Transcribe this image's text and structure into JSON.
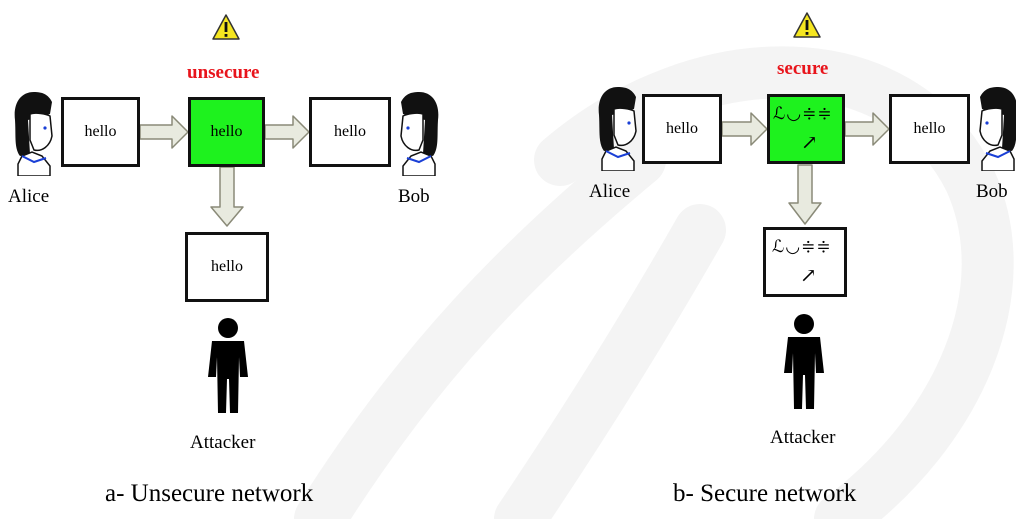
{
  "colors": {
    "secure_box": "#1ef21e",
    "status_text": "#e8141b",
    "arrow_fill": "#e8eadf",
    "watermark": "#f4f4f4",
    "warning_fill": "#f5e620"
  },
  "panel_a": {
    "status": "unsecure",
    "alice": "Alice",
    "bob": "Bob",
    "attacker": "Attacker",
    "msg_alice": "hello",
    "msg_center": "hello",
    "msg_bob": "hello",
    "msg_attacker": "hello",
    "caption": "a- Unsecure network"
  },
  "panel_b": {
    "status": "secure",
    "alice": "Alice",
    "bob": "Bob",
    "attacker": "Attacker",
    "msg_alice": "hello",
    "cipher_line1": "ℒ◡≑≑",
    "cipher_line2": "↗",
    "msg_bob": "hello",
    "caption": "b- Secure network"
  },
  "icons": [
    "warning-icon",
    "woman-icon",
    "man-icon",
    "attacker-silhouette-icon",
    "arrow-icon"
  ]
}
